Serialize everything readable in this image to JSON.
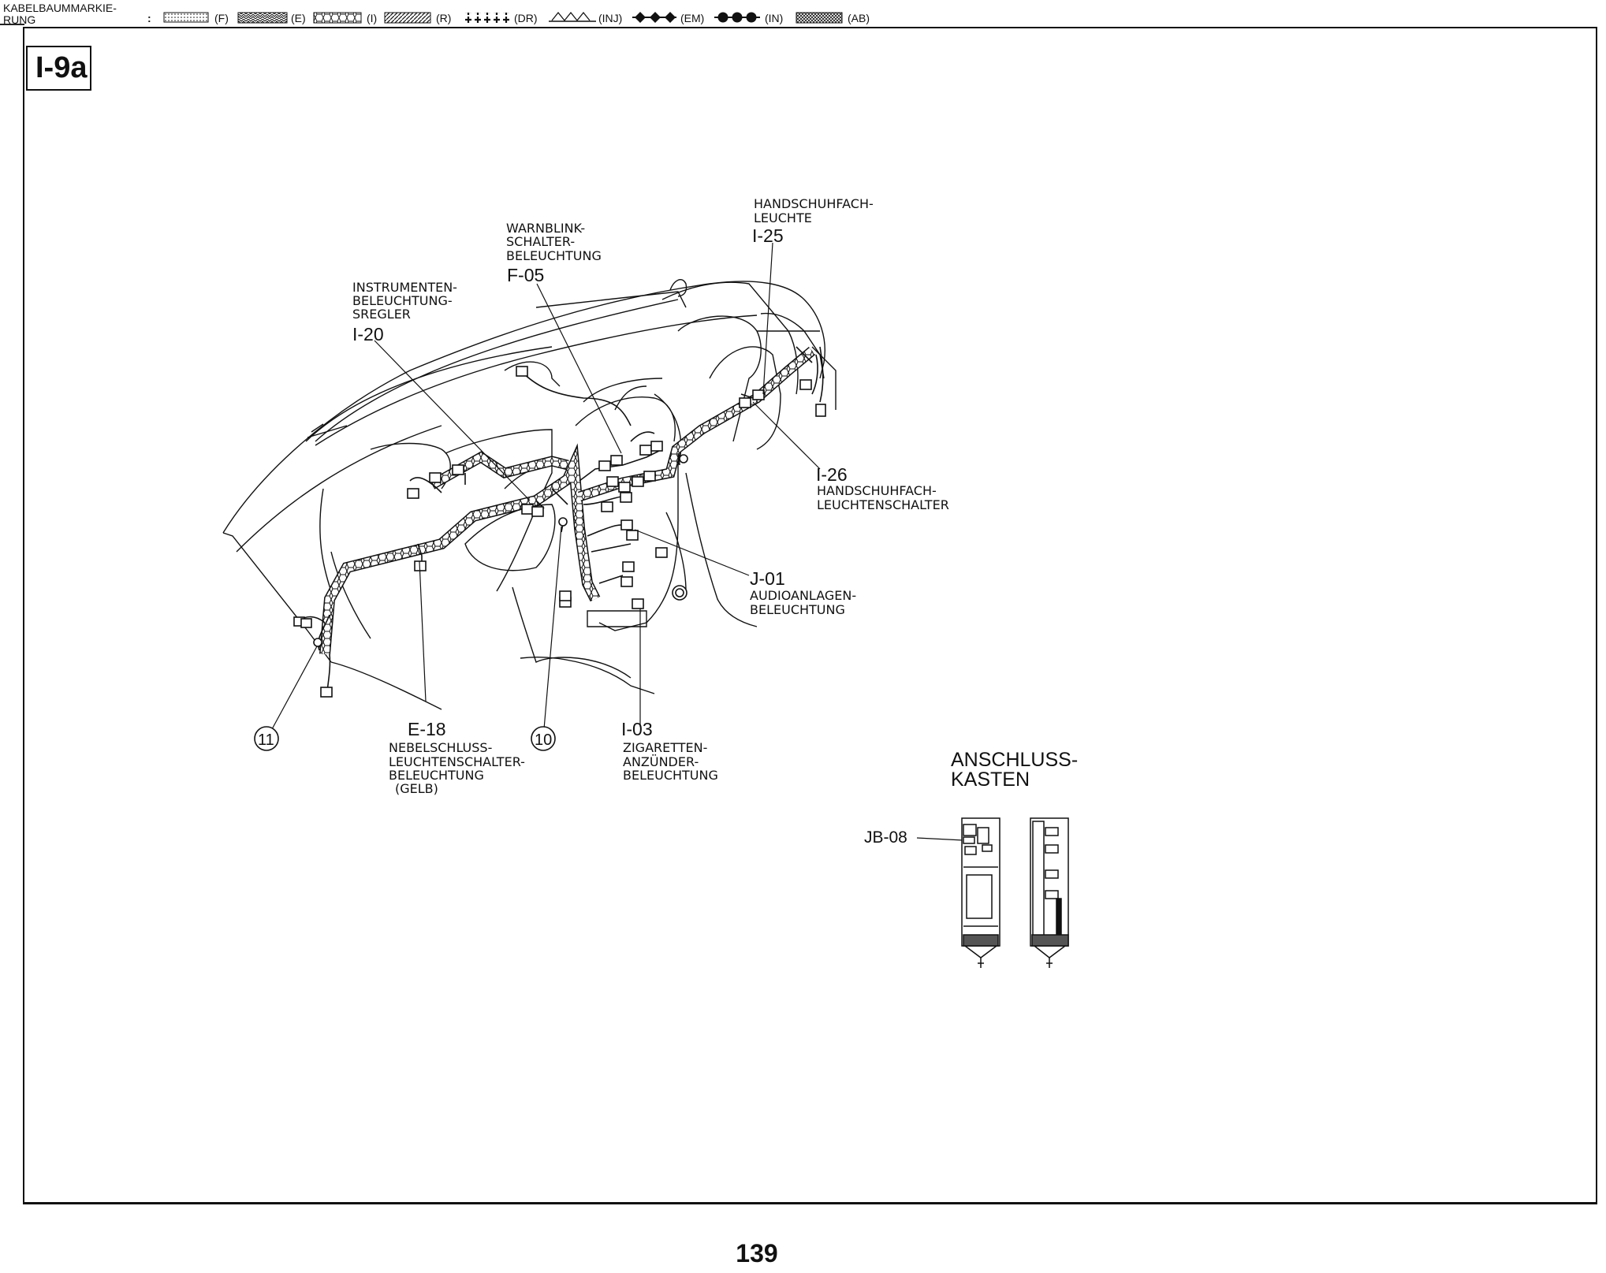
{
  "legend": {
    "title_line1": "KABELBAUMMARKIE-",
    "title_line2": "RUNG",
    "separator": ":",
    "items": [
      {
        "code": "(F)",
        "pattern": "dots"
      },
      {
        "code": "(E)",
        "pattern": "waves"
      },
      {
        "code": "(I)",
        "pattern": "hexagons"
      },
      {
        "code": "(R)",
        "pattern": "diagonals"
      },
      {
        "code": "(DR)",
        "pattern": "crosses"
      },
      {
        "code": "(INJ)",
        "pattern": "zigzag"
      },
      {
        "code": "(EM)",
        "pattern": "diamonds"
      },
      {
        "code": "(IN)",
        "pattern": "filled-circles"
      },
      {
        "code": "(AB)",
        "pattern": "crosshatch"
      }
    ]
  },
  "section_id": "I-9a",
  "components": {
    "i25": {
      "name_line1": "HANDSCHUHFACH-",
      "name_line2": "LEUCHTE",
      "code": "I-25"
    },
    "f05": {
      "name_line1": "WARNBLINK-",
      "name_line2": "SCHALTER-",
      "name_line3": "BELEUCHTUNG",
      "code": "F-05"
    },
    "i20": {
      "name_line1": "INSTRUMENTEN-",
      "name_line2": "BELEUCHTUNG-",
      "name_line3": "SREGLER",
      "code": "I-20"
    },
    "i26": {
      "code": "I-26",
      "name_line1": "HANDSCHUHFACH-",
      "name_line2": "LEUCHTENSCHALTER"
    },
    "j01": {
      "code": "J-01",
      "name_line1": "AUDIOANLAGEN-",
      "name_line2": "BELEUCHTUNG"
    },
    "e18": {
      "code": "E-18",
      "name_line1": "NEBELSCHLUSS-",
      "name_line2": "LEUCHTENSCHALTER-",
      "name_line3": "BELEUCHTUNG",
      "name_line4": "(GELB)"
    },
    "i03": {
      "code": "I-03",
      "name_line1": "ZIGARETTEN-",
      "name_line2": "ANZÜNDER-",
      "name_line3": "BELEUCHTUNG"
    },
    "ground11": {
      "code": "11"
    },
    "ground10": {
      "code": "10"
    }
  },
  "junction_box": {
    "title_line1": "ANSCHLUSS-",
    "title_line2": "KASTEN",
    "code": "JB-08"
  },
  "page_number": "139"
}
